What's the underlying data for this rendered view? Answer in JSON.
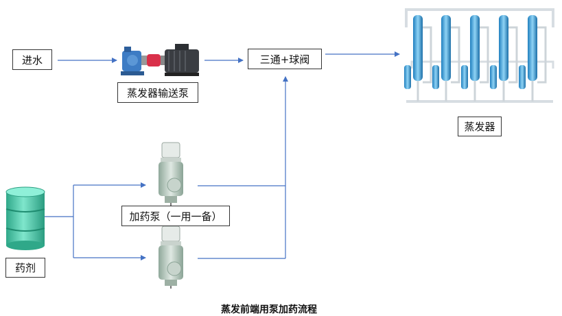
{
  "labels": {
    "water_in": "进水",
    "transfer_pump": "蒸发器输送泵",
    "tee_valve": "三通+球阀",
    "evaporator": "蒸发器",
    "dosing_pump": "加药泵（一用一备）",
    "chemical": "药剂"
  },
  "caption": "蒸发前端用泵加药流程",
  "colors": {
    "line": "#4472c4",
    "box_border": "#333333",
    "tank": "#5fd3b6",
    "pump_blue": "#3d7cc4",
    "pump_red": "#d9304a",
    "evaporator": "#3fa9e0",
    "dosing_pump": "#b8c9bf"
  },
  "icons": [
    "transfer-pump-icon",
    "evaporator-icon",
    "dosing-pump-icon",
    "chemical-drum-icon"
  ]
}
